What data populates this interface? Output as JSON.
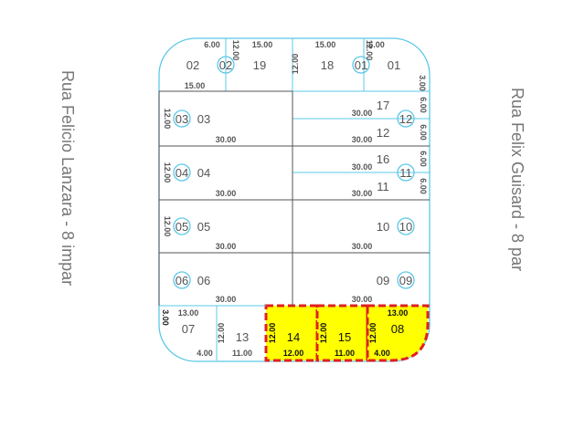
{
  "streets": {
    "left": "Rua Felicio Lanzara   -   8 impar",
    "right": "Rua Felix Guisard   -   8 par"
  },
  "colors": {
    "block_outline": "#5bc8e8",
    "lot_line": "#555555",
    "highlight_fill": "#ffff00",
    "highlight_border": "#e02020",
    "label_text": "#555555"
  },
  "lots": [
    {
      "id": "02",
      "new": "02",
      "dims": [
        "6.00",
        "12.00",
        "15.00"
      ]
    },
    {
      "id": "19",
      "dims": [
        "15.00"
      ]
    },
    {
      "id": "18",
      "dims": [
        "12.00",
        "15.00"
      ]
    },
    {
      "id": "01",
      "new": "01",
      "dims": [
        "6.00",
        "3.00",
        "12.00"
      ]
    },
    {
      "id": "03",
      "new": "03",
      "dims": [
        "12.00",
        "30.00"
      ]
    },
    {
      "id": "17",
      "new": "12",
      "dims": [
        "30.00",
        "6.00"
      ]
    },
    {
      "id": "12",
      "dims": [
        "30.00",
        "6.00"
      ]
    },
    {
      "id": "04",
      "new": "04",
      "dims": [
        "12.00",
        "30.00"
      ]
    },
    {
      "id": "16",
      "new": "11",
      "dims": [
        "30.00",
        "6.00"
      ]
    },
    {
      "id": "11",
      "dims": [
        "30.00",
        "6.00"
      ]
    },
    {
      "id": "05",
      "new": "05",
      "dims": [
        "12.00",
        "30.00"
      ]
    },
    {
      "id": "10",
      "new": "10",
      "dims": [
        "30.00"
      ]
    },
    {
      "id": "06",
      "new": "06",
      "dims": [
        "30.00"
      ]
    },
    {
      "id": "09",
      "new": "09",
      "dims": [
        "30.00"
      ]
    },
    {
      "id": "07",
      "dims": [
        "13.00",
        "3.00",
        "4.00"
      ]
    },
    {
      "id": "13",
      "dims": [
        "12.00",
        "11.00"
      ]
    },
    {
      "id": "14",
      "highlighted": true,
      "dims": [
        "12.00",
        "12.00"
      ]
    },
    {
      "id": "15",
      "highlighted": true,
      "dims": [
        "12.00",
        "11.00"
      ]
    },
    {
      "id": "08",
      "highlighted": true,
      "dims": [
        "13.00",
        "12.00",
        "4.00"
      ]
    }
  ]
}
